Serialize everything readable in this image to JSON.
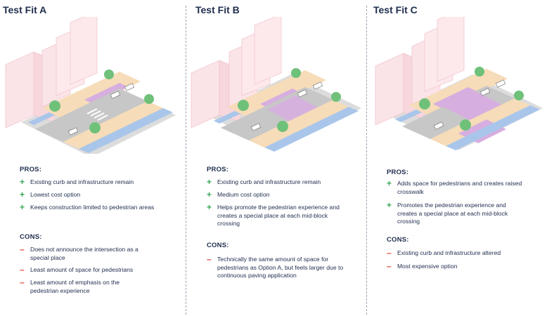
{
  "colors": {
    "pro": "#3aa757",
    "con": "#e0493e",
    "heading": "#1f2d4e"
  },
  "labels": {
    "pros": "PROS:",
    "cons": "CONS:"
  },
  "options": [
    {
      "title": "Test Fit A",
      "pros": [
        "Existing curb and infrastructure remain",
        "Lowest cost option",
        "Keeps construction limited to pedestrian areas"
      ],
      "cons": [
        "Does not announce the intersection as a special place",
        "Least amount of space for pedestrians",
        "Least amount of emphasis on the pedestrian experience"
      ]
    },
    {
      "title": "Test Fit B",
      "pros": [
        "Existing curb and infrastructure remain",
        "Medium cost option",
        "Helps promote the pedestrian experience and creates a special place at each mid-block crossing"
      ],
      "cons": [
        "Technically the same amount of space for pedestrians as Option A, but feels larger due to continuous paving application"
      ]
    },
    {
      "title": "Test Fit C",
      "pros": [
        "Adds space for pedestrians and creates raised crosswalk",
        "Promotes the pedestrian experience and creates a special place at each mid-block crossing"
      ],
      "cons": [
        "Existing curb and infrastructure altered",
        "Most expensive option"
      ]
    }
  ]
}
